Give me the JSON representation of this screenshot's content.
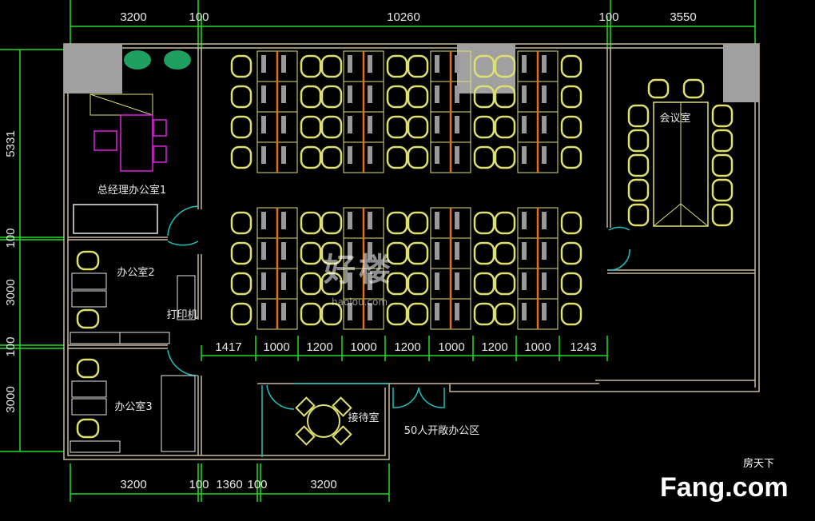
{
  "top_dimensions": [
    "3200",
    "100",
    "10260",
    "100",
    "3550"
  ],
  "left_dimensions": [
    "5331",
    "100",
    "3000",
    "100",
    "3000"
  ],
  "bottom_dimensions": [
    "3200",
    "100",
    "1360",
    "100",
    "3200"
  ],
  "desk_dimensions": [
    "1417",
    "1000",
    "1200",
    "1000",
    "1200",
    "1000",
    "1200",
    "1000",
    "1243"
  ],
  "rooms": {
    "gm_office": "总经理办公室1",
    "office2": "办公室2",
    "printer": "打印机",
    "office3": "办公室3",
    "reception": "接待室",
    "open_office": "50人开敞办公区",
    "meeting_room": "会议室"
  },
  "watermarks": {
    "haolou": "好楼",
    "haolou_url": "haolou.com",
    "fang_cn": "房天下",
    "fang": "Fang.com"
  },
  "colors": {
    "dim": "#22dd22",
    "wall": "#c8b89a",
    "furniture": "#e0e070",
    "partition": "#e07020",
    "door": "#20c0c0",
    "gm_furniture": "#e020e0",
    "column": "#a0a0a0"
  }
}
